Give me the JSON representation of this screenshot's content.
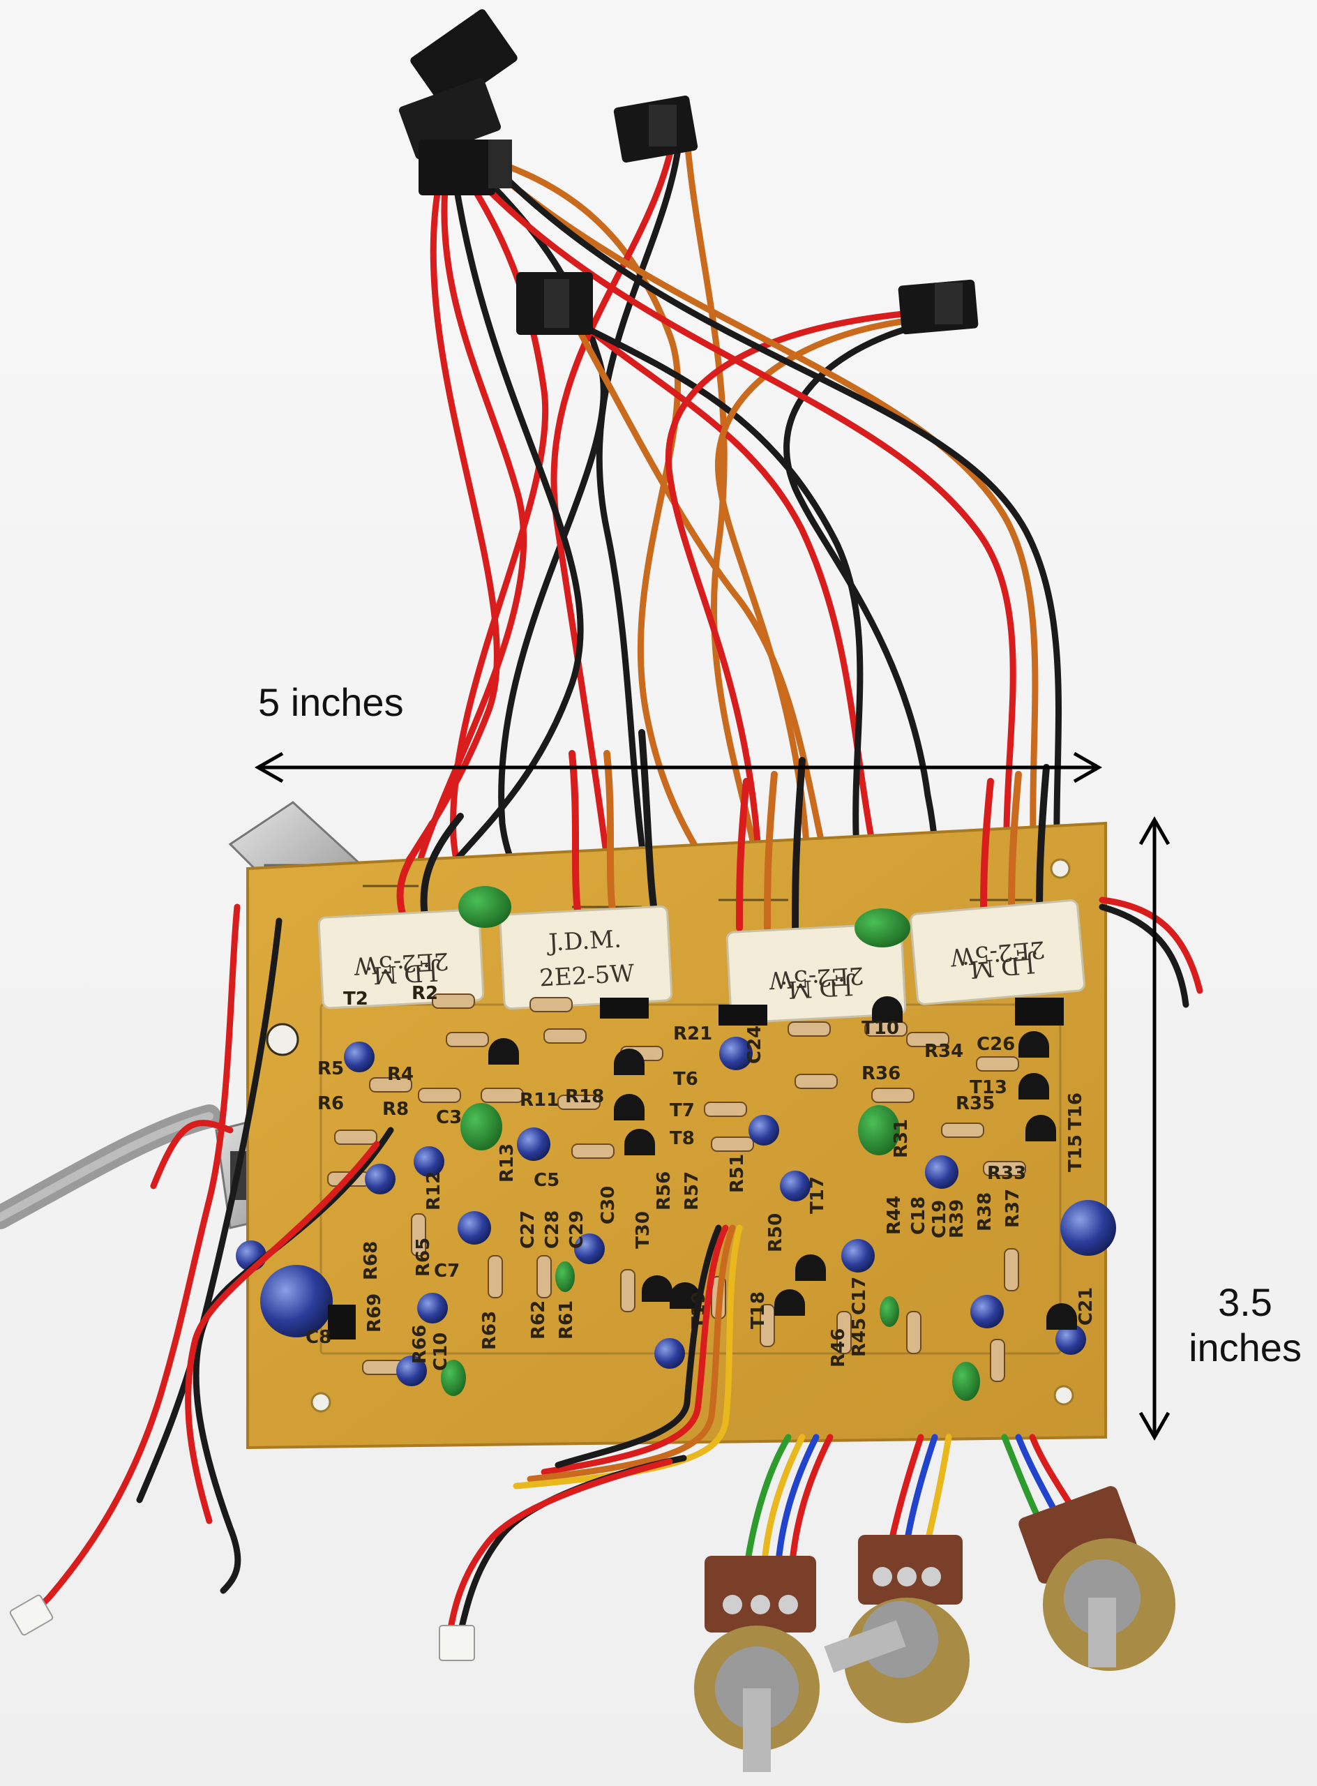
{
  "measurements": {
    "width_label": "5 inches",
    "height_value": "3.5",
    "height_unit": "inches"
  },
  "resistor_markings": {
    "r1_line1": "J.D.M.",
    "r1_line2": "2E2-5W",
    "r2_line1": "J.D.M.",
    "r2_line2": "2E2-5W",
    "r3_line1": "J.D.M.",
    "r3_line2": "2E2-5W",
    "r4_line1": "J.D.M.",
    "r4_line2": "2E2-5W"
  },
  "pcb_labels": {
    "R2": "R2",
    "R4": "R4",
    "R5": "R5",
    "R6": "R6",
    "R8": "R8",
    "R11": "R11",
    "R12": "R12",
    "R13": "R13",
    "R18": "R18",
    "R21": "R21",
    "R31": "R31",
    "R33": "R33",
    "R34": "R34",
    "R35": "R35",
    "R36": "R36",
    "R37": "R37",
    "R38": "R38",
    "R39": "R39",
    "R44": "R44",
    "R45": "R45",
    "R46": "R46",
    "R50": "R50",
    "R51": "R51",
    "R56": "R56",
    "R57": "R57",
    "R61": "R61",
    "R62": "R62",
    "R63": "R63",
    "R65": "R65",
    "R66": "R66",
    "R68": "R68",
    "R69": "R69",
    "C3": "C3",
    "C5": "C5",
    "C7": "C7",
    "C8": "C8",
    "C10": "C10",
    "C17": "C17",
    "C18": "C18",
    "C19": "C19",
    "C21": "C21",
    "C24": "C24",
    "C26": "C26",
    "C27": "C27",
    "C28": "C28",
    "C29": "C29",
    "C30": "C30",
    "T2": "T2",
    "T6": "T6",
    "T7": "T7",
    "T8": "T8",
    "T10": "T10",
    "T13": "T13",
    "T15": "T15",
    "T16": "T16",
    "T17": "T17",
    "T18": "T18",
    "T19": "T19",
    "T30": "T30"
  },
  "colors": {
    "pcb": "#d6a63a",
    "pcb_dark": "#b9852a",
    "wire_red": "#d91c1c",
    "wire_black": "#1a1a1a",
    "wire_orange": "#c96a1c",
    "background": "#f4f4f4"
  }
}
